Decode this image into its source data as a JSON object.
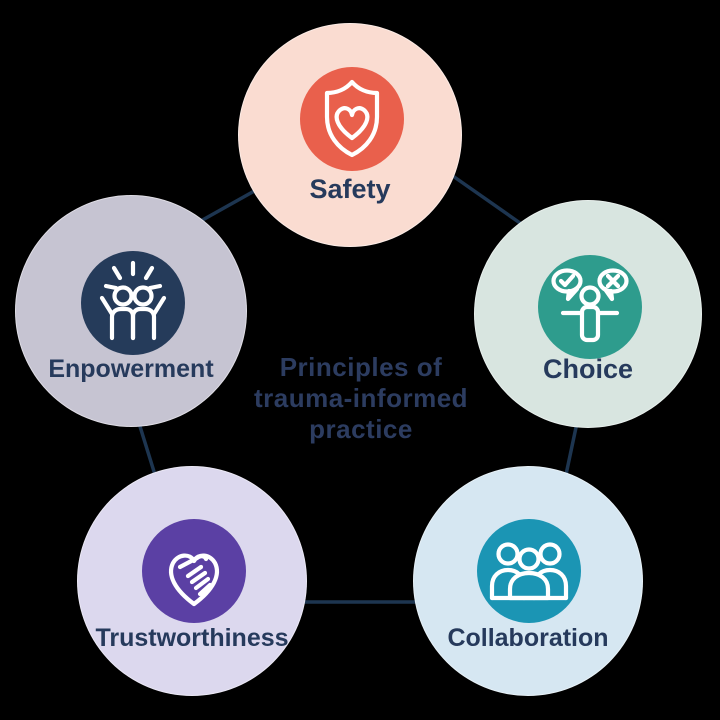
{
  "title": {
    "lines": [
      "Principles of",
      "trauma-informed",
      "practice"
    ],
    "full_text": "Principles of trauma-informed practice"
  },
  "principles": [
    {
      "id": "safety",
      "label": "Safety",
      "icon": "shield-heart-icon",
      "outer_color": "#fadcd1",
      "icon_color": "#e9604c"
    },
    {
      "id": "choice",
      "label": "Choice",
      "icon": "person-choice-bubbles-icon",
      "outer_color": "#d8e5e0",
      "icon_color": "#2e9c8d"
    },
    {
      "id": "collaboration",
      "label": "Collaboration",
      "icon": "people-group-icon",
      "outer_color": "#d6e7f2",
      "icon_color": "#1b95b4"
    },
    {
      "id": "trustworthiness",
      "label": "Trustworthiness",
      "icon": "handshake-heart-icon",
      "outer_color": "#dcd8ee",
      "icon_color": "#5b40a4"
    },
    {
      "id": "empowerment",
      "label": "Enpowerment",
      "icon": "celebration-people-icon",
      "outer_color": "#c6c4d2",
      "icon_color": "#253b5a"
    }
  ],
  "colors": {
    "background": "#000000",
    "label_text": "#263a5c",
    "title_text": "#2c3c60",
    "connector": "#1d3550"
  }
}
